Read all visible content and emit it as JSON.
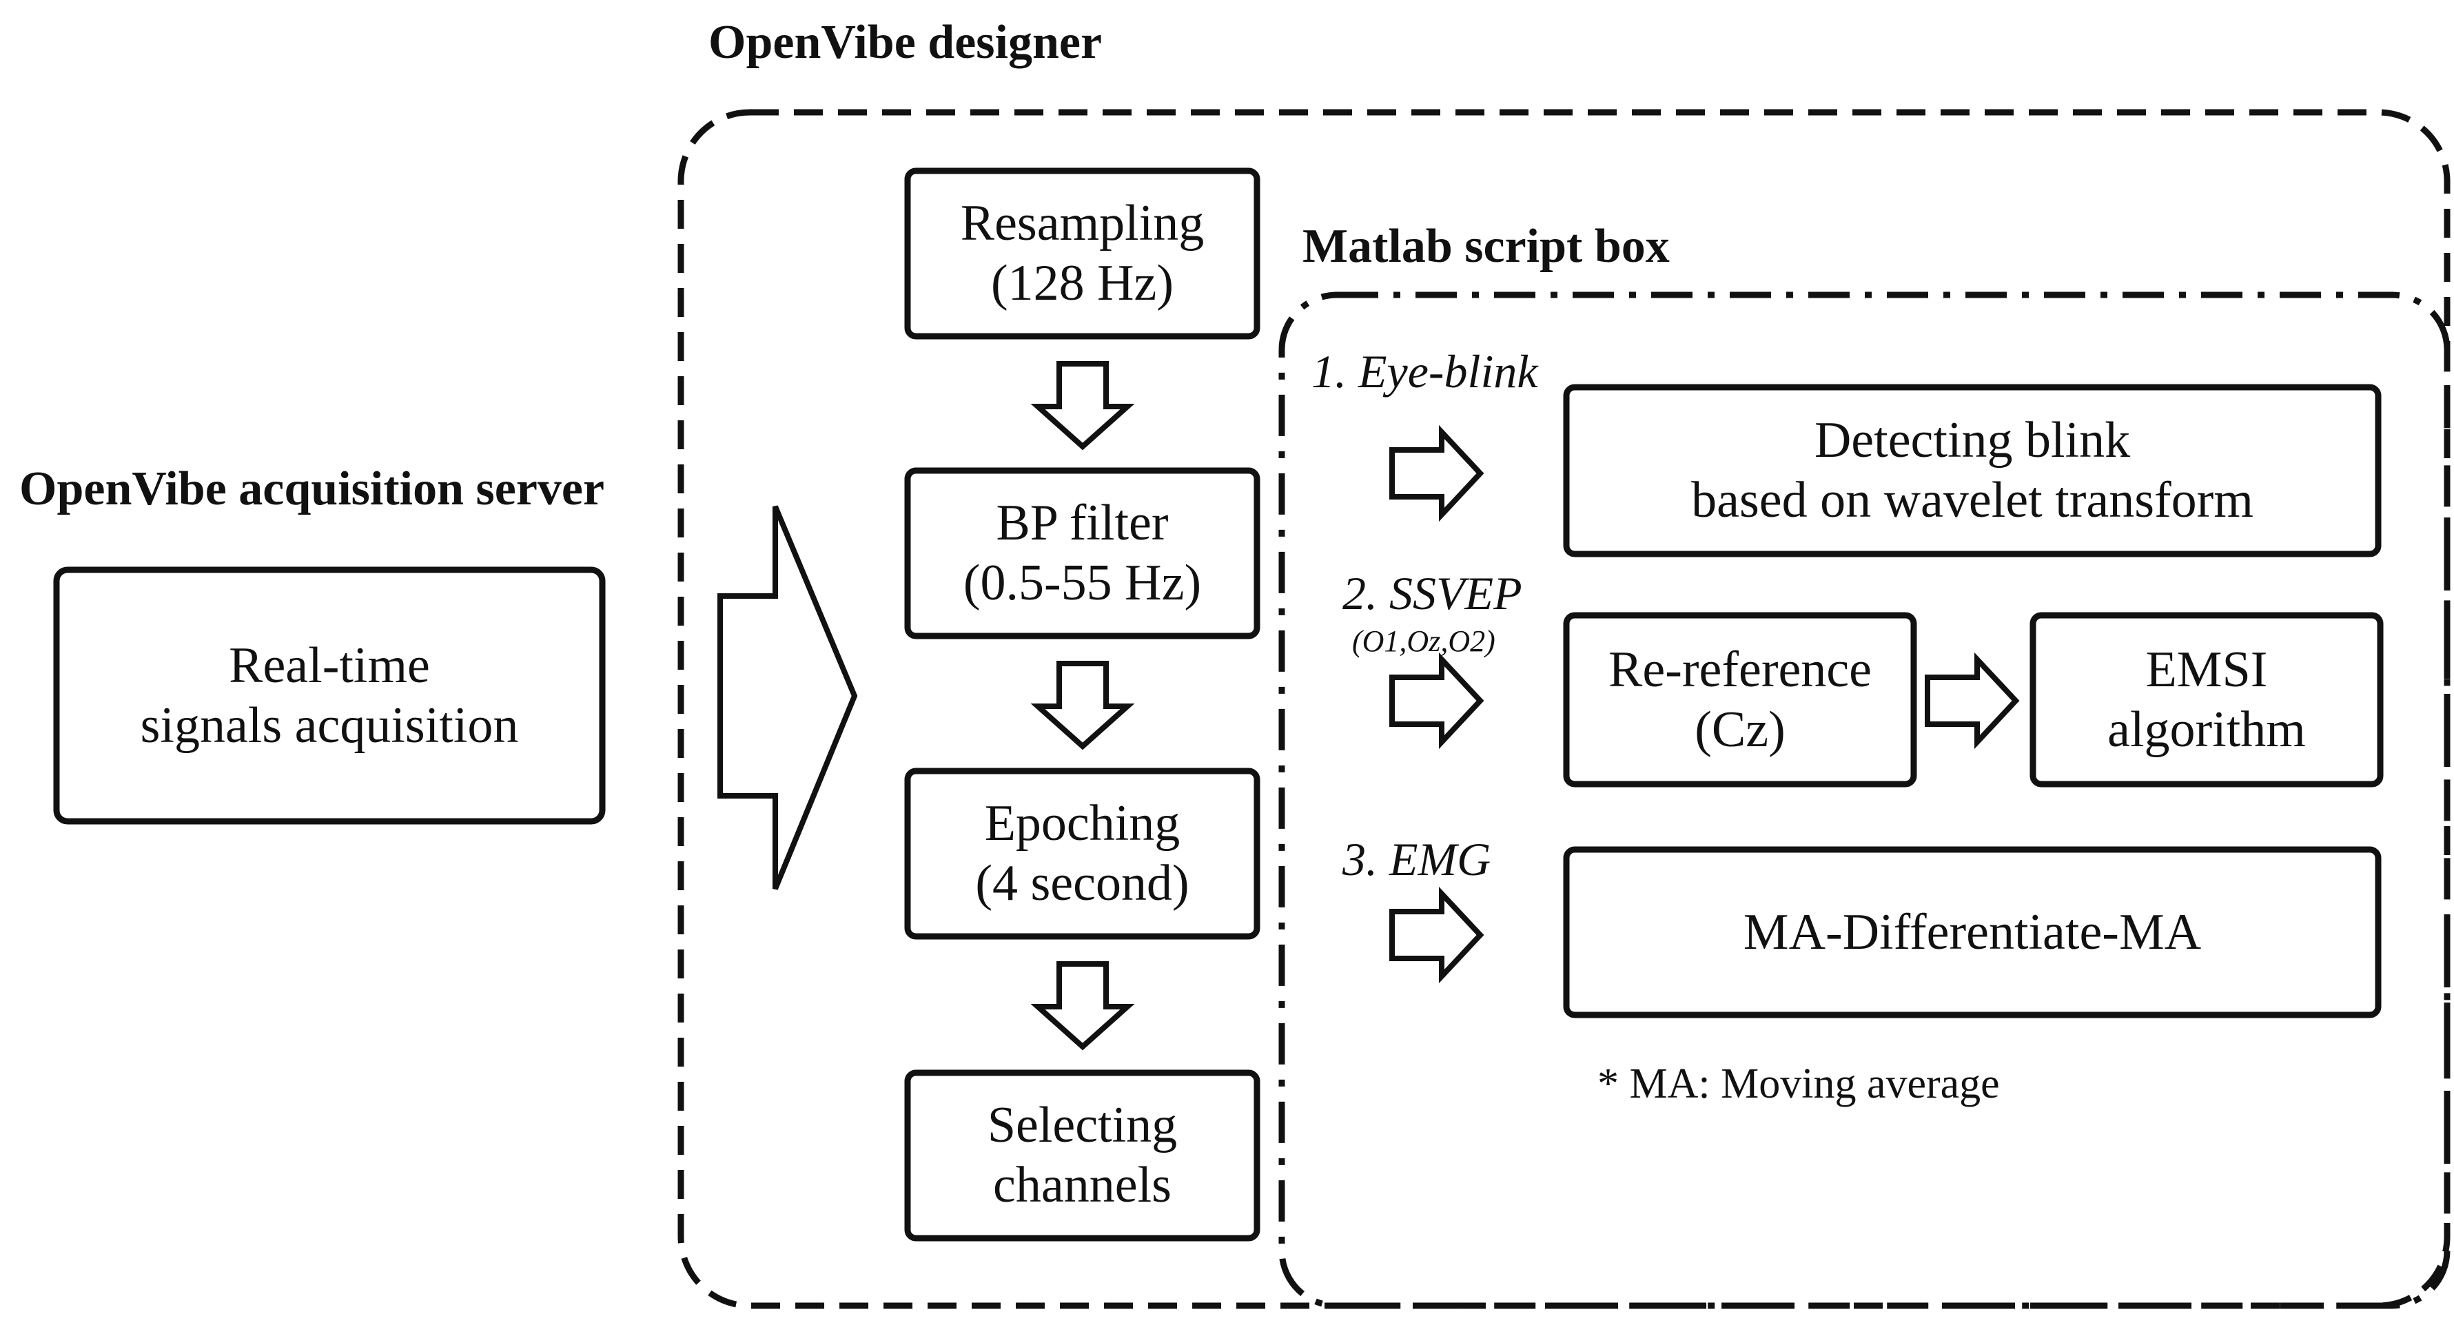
{
  "titles": {
    "acquisition_server": "OpenVibe acquisition server",
    "designer": "OpenVibe designer",
    "matlab_box": "Matlab script box"
  },
  "acquisition": {
    "line1": "Real-time",
    "line2": "signals acquisition"
  },
  "pipeline": [
    {
      "line1": "Resampling",
      "line2": "(128 Hz)"
    },
    {
      "line1": "BP filter",
      "line2": "(0.5-55 Hz)"
    },
    {
      "line1": "Epoching",
      "line2": "(4 second)"
    },
    {
      "line1": "Selecting",
      "line2": "channels"
    }
  ],
  "matlab": {
    "eye_blink": {
      "label": "1. Eye-blink",
      "box_line1": "Detecting blink",
      "box_line2": "based on wavelet transform"
    },
    "ssvep": {
      "label": "2. SSVEP",
      "channels": "(O1,Oz,O2)",
      "reref_line1": "Re-reference",
      "reref_line2": "(Cz)",
      "emsi_line1": "EMSI",
      "emsi_line2": "algorithm"
    },
    "emg": {
      "label": "3. EMG",
      "box": "MA-Differentiate-MA"
    },
    "footnote": "* MA: Moving average"
  }
}
